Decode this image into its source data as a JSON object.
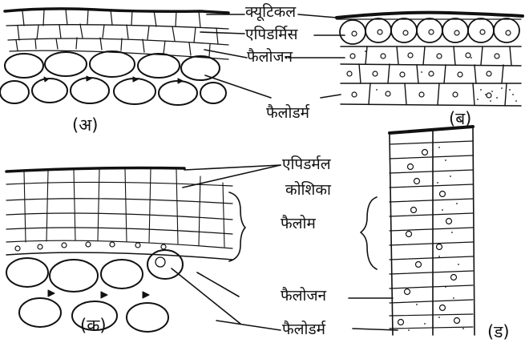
{
  "labels": {
    "cuticle": "क्यूटिकल",
    "epidermis": "एपिडर्मिस",
    "phellogen_top": "फैलोजन",
    "phelloderm_top": "फैलोडर्म",
    "epidermal_cell_line1": "एपिडर्मल",
    "epidermal_cell_line2": "कोशिका",
    "phellem": "फैलोम",
    "phellogen_bottom": "फैलोजन",
    "phelloderm_bottom": "फैलोडर्म"
  },
  "panels": {
    "a": "(अ)",
    "b": "(ब)",
    "c": "(क)",
    "d": "(ड)"
  }
}
